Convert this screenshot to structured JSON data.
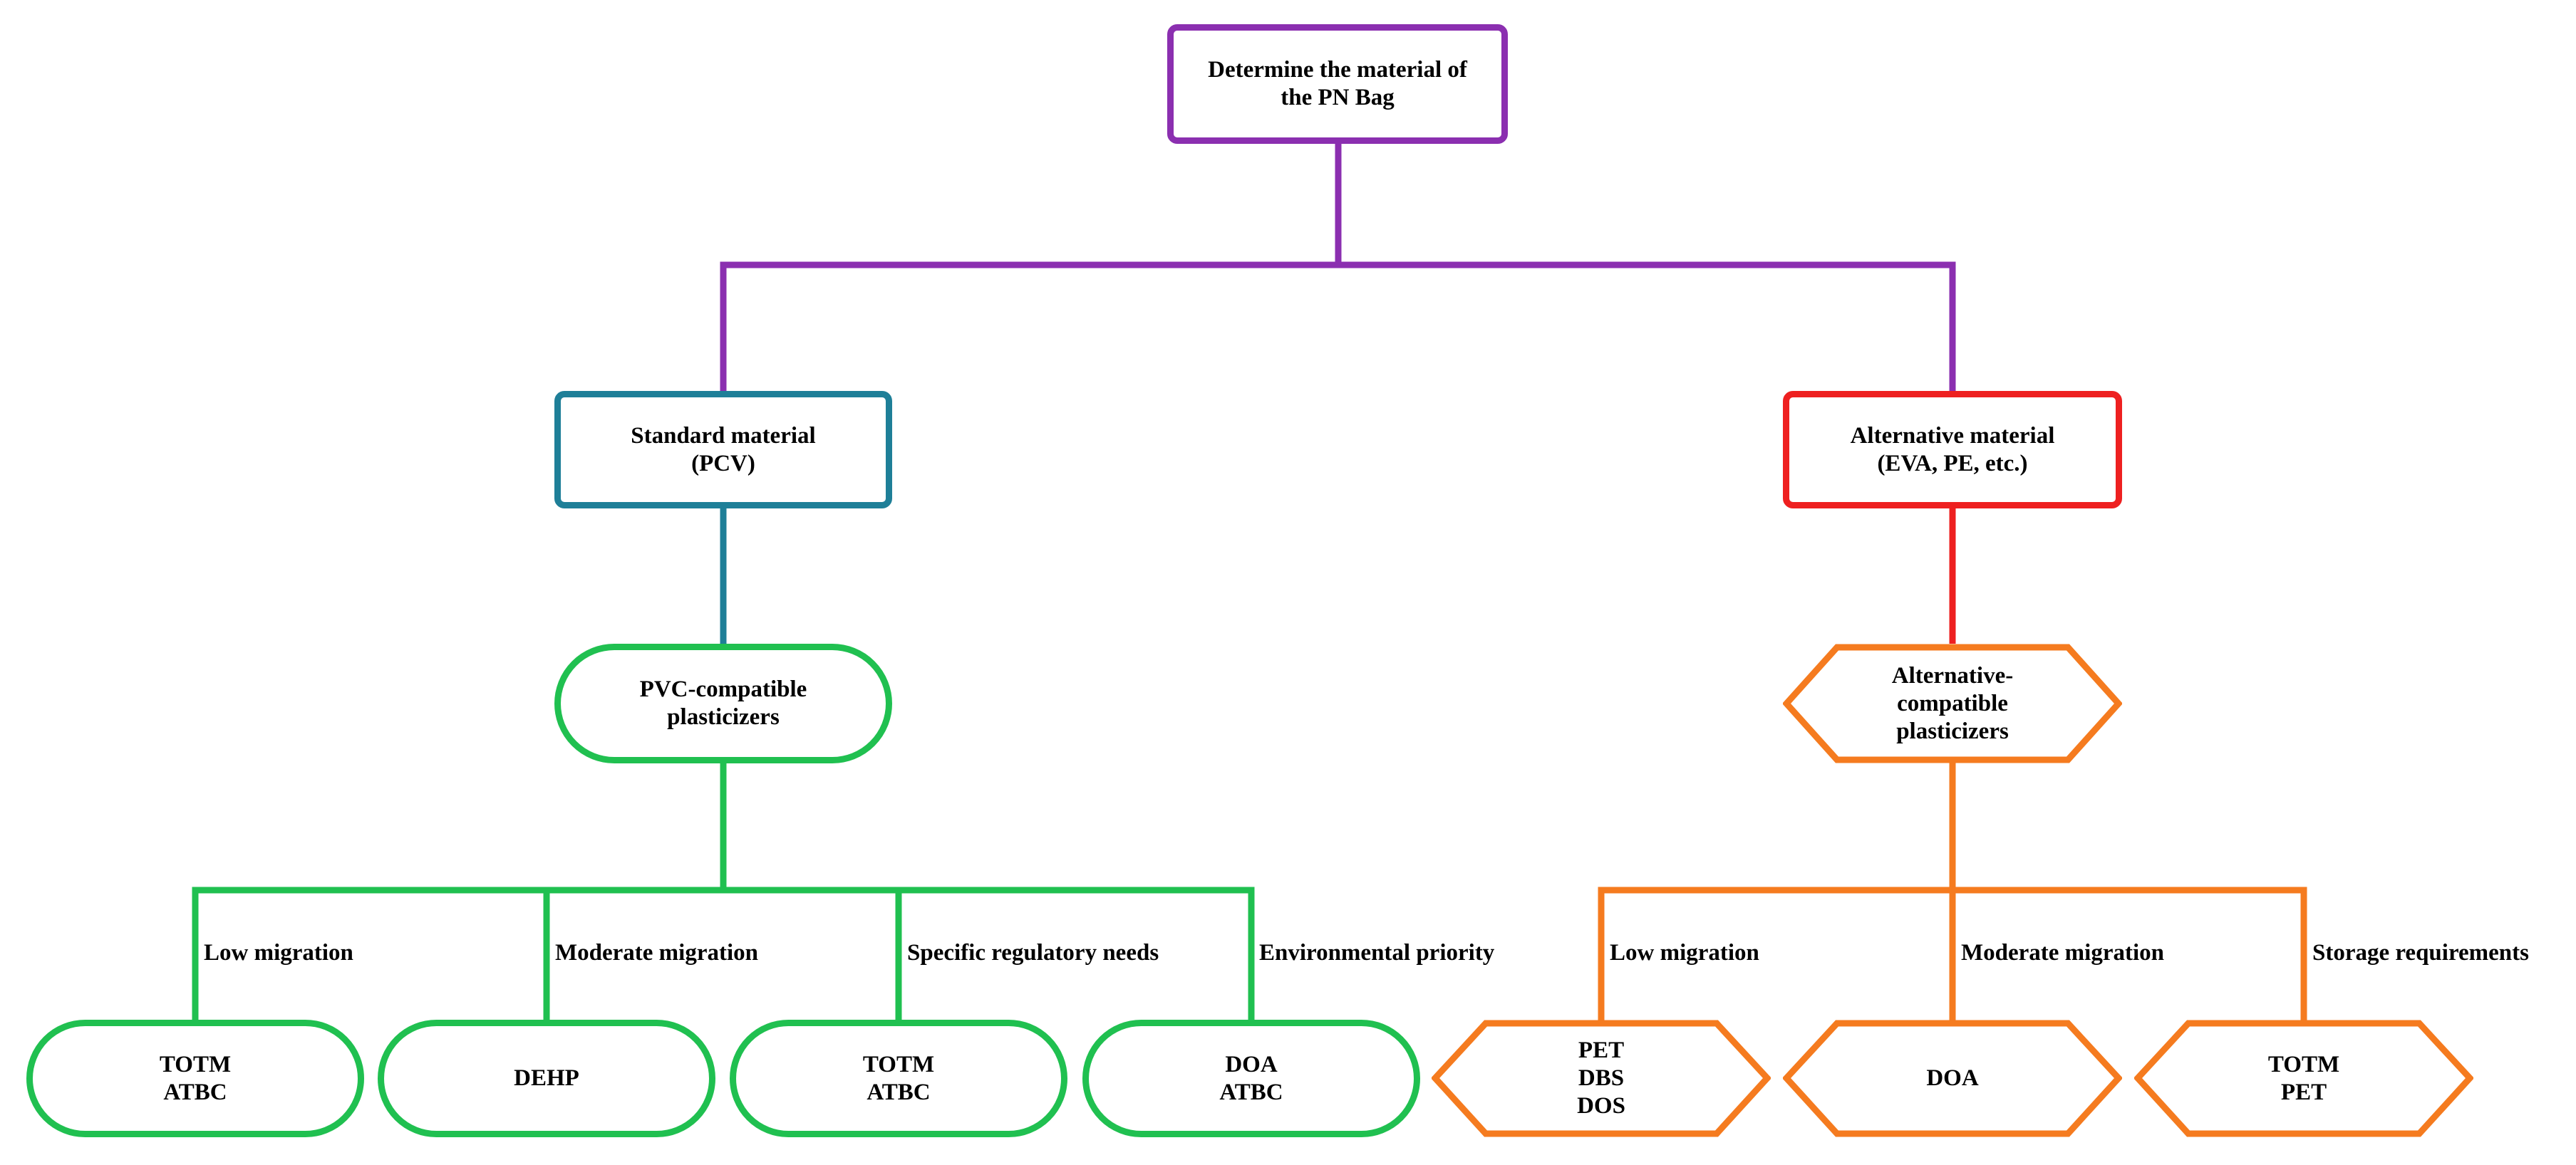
{
  "colors": {
    "root": "#8b2fb0",
    "standard": "#1e7f98",
    "alternative": "#ee2020",
    "pvc": "#20c050",
    "alt": "#f57b1f"
  },
  "root": {
    "line1": "Determine the material of",
    "line2": "the PN Bag"
  },
  "standard": {
    "line1": "Standard material",
    "line2": "(PCV)"
  },
  "alternative": {
    "line1": "Alternative material",
    "line2": "(EVA, PE, etc.)"
  },
  "pvc_plasticizers": {
    "line1": "PVC-compatible",
    "line2": "plasticizers"
  },
  "alt_plasticizers": {
    "line1": "Alternative-",
    "line2": "compatible",
    "line3": "plasticizers"
  },
  "pvc_branches": [
    {
      "label": "Low migration",
      "items": [
        "TOTM",
        "ATBC"
      ]
    },
    {
      "label": "Moderate migration",
      "items": [
        "DEHP"
      ]
    },
    {
      "label": "Specific regulatory needs",
      "items": [
        "TOTM",
        "ATBC"
      ]
    },
    {
      "label": "Environmental priority",
      "items": [
        "DOA",
        "ATBC"
      ]
    }
  ],
  "alt_branches": [
    {
      "label": "Low migration",
      "items": [
        "PET",
        "DBS",
        "DOS"
      ]
    },
    {
      "label": "Moderate migration",
      "items": [
        "DOA"
      ]
    },
    {
      "label": "Storage requirements",
      "items": [
        "TOTM",
        "PET"
      ]
    }
  ]
}
